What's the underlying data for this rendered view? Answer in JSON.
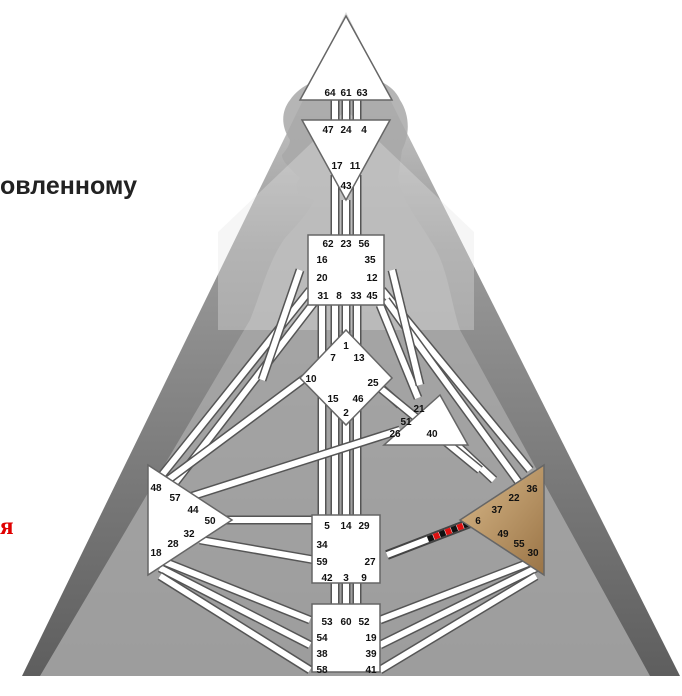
{
  "side_texts": {
    "top": "овленному",
    "red": "я"
  },
  "colors": {
    "background_triangle": "#6b6b6b",
    "silhouette": "#9a9a9a",
    "channel_fill": "#ffffff",
    "channel_stroke": "#555555",
    "defined_center": "#b89565",
    "activation_black": "#111111",
    "activation_red": "#dd1111",
    "side_text_red": "#e00000"
  },
  "centers": {
    "head": {
      "gates": [
        "64",
        "61",
        "63"
      ]
    },
    "ajna": {
      "gates": [
        "47",
        "24",
        "4",
        "17",
        "11",
        "43"
      ]
    },
    "throat": {
      "gates": [
        "62",
        "23",
        "56",
        "16",
        "35",
        "20",
        "12",
        "31",
        "8",
        "33",
        "45"
      ]
    },
    "g": {
      "gates": [
        "1",
        "7",
        "13",
        "10",
        "25",
        "15",
        "46",
        "2"
      ]
    },
    "ego": {
      "gates": [
        "21",
        "51",
        "26",
        "40"
      ]
    },
    "spleen": {
      "gates": [
        "48",
        "57",
        "44",
        "50",
        "32",
        "28",
        "18"
      ]
    },
    "sacral": {
      "gates": [
        "5",
        "14",
        "29",
        "34",
        "27",
        "59",
        "42",
        "3",
        "9"
      ]
    },
    "solar_plexus": {
      "gates": [
        "36",
        "22",
        "37",
        "6",
        "49",
        "55",
        "30"
      ]
    },
    "root": {
      "gates": [
        "53",
        "60",
        "52",
        "54",
        "19",
        "38",
        "39",
        "58",
        "41"
      ]
    }
  },
  "defined_channel": {
    "from_gate": "59",
    "to_gate": "6"
  }
}
